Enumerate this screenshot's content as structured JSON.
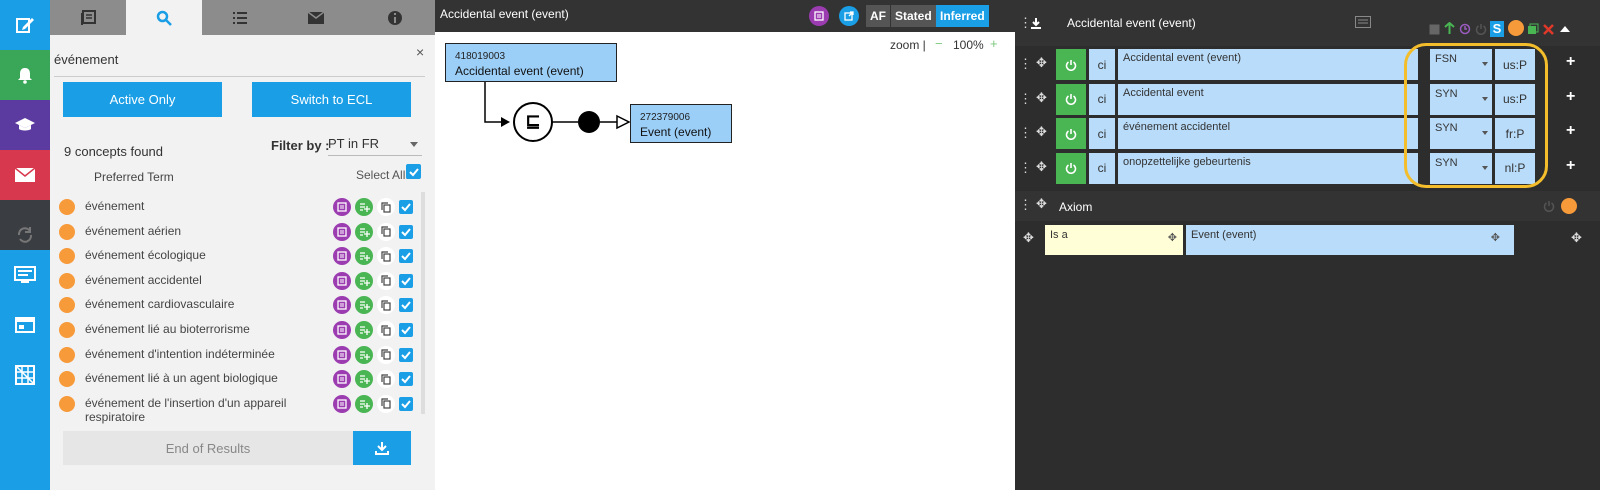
{
  "rail": {
    "items": [
      {
        "name": "edit",
        "color": "#1a9ee6"
      },
      {
        "name": "bell",
        "color": "#3aa657"
      },
      {
        "name": "graduation-cap",
        "color": "#5b3b9f"
      },
      {
        "name": "envelope",
        "color": "#d8384d"
      },
      {
        "name": "sync",
        "color": "#3a3d42"
      },
      {
        "name": "desktop",
        "color": "#1a9ee6"
      },
      {
        "name": "window",
        "color": "#1a9ee6"
      },
      {
        "name": "grid",
        "color": "#1a9ee6"
      }
    ]
  },
  "search": {
    "tabs": [
      "list-icon",
      "search-icon",
      "numbered-list-icon",
      "envelope-icon",
      "info-icon"
    ],
    "query": "événement",
    "close_label": "×",
    "active_only_label": "Active Only",
    "switch_ecl_label": "Switch to ECL",
    "found_label": "9 concepts found",
    "filter_label": "Filter by :",
    "filter_value": "PT in FR",
    "select_all_label": "Select All:",
    "preferred_term_header": "Preferred Term",
    "results": [
      "événement",
      "événement aérien",
      "événement écologique",
      "événement accidentel",
      "événement cardiovasculaire",
      "événement lié au bioterrorisme",
      "événement d'intention indéterminée",
      "événement lié à un agent biologique",
      "événement de l'insertion d'un appareil respiratoire"
    ],
    "end_label": "End of Results"
  },
  "diagram": {
    "title": "Accidental event (event)",
    "badges": {
      "af": "AF",
      "stated": "Stated",
      "inferred": "Inferred"
    },
    "zoom_label": "zoom |",
    "zoom_minus": "−",
    "zoom_value": "100%",
    "zoom_plus": "+",
    "concept_main": {
      "id": "418019003",
      "name": "Accidental event (event)"
    },
    "concept_parent": {
      "id": "272379006",
      "name": "Event (event)"
    },
    "subsumption_symbol": "⊑"
  },
  "editor": {
    "title": "Accidental event (event)",
    "descriptions": [
      {
        "ci": "ci",
        "term": "Accidental event (event)",
        "type": "FSN",
        "lang": "us:P"
      },
      {
        "ci": "ci",
        "term": "Accidental event",
        "type": "SYN",
        "lang": "us:P"
      },
      {
        "ci": "ci",
        "term": "événement accidentel",
        "type": "SYN",
        "lang": "fr:P"
      },
      {
        "ci": "ci",
        "term": "onopzettelijke gebeurtenis",
        "type": "SYN",
        "lang": "nl:P"
      }
    ],
    "axiom_label": "Axiom",
    "axiom_rel": "Is a",
    "axiom_target": "Event (event)",
    "colors": {
      "highlight": "#f3bd2c",
      "green": "#49b553",
      "field": "#b8dcfa",
      "yellow_field": "#fffed6"
    }
  }
}
